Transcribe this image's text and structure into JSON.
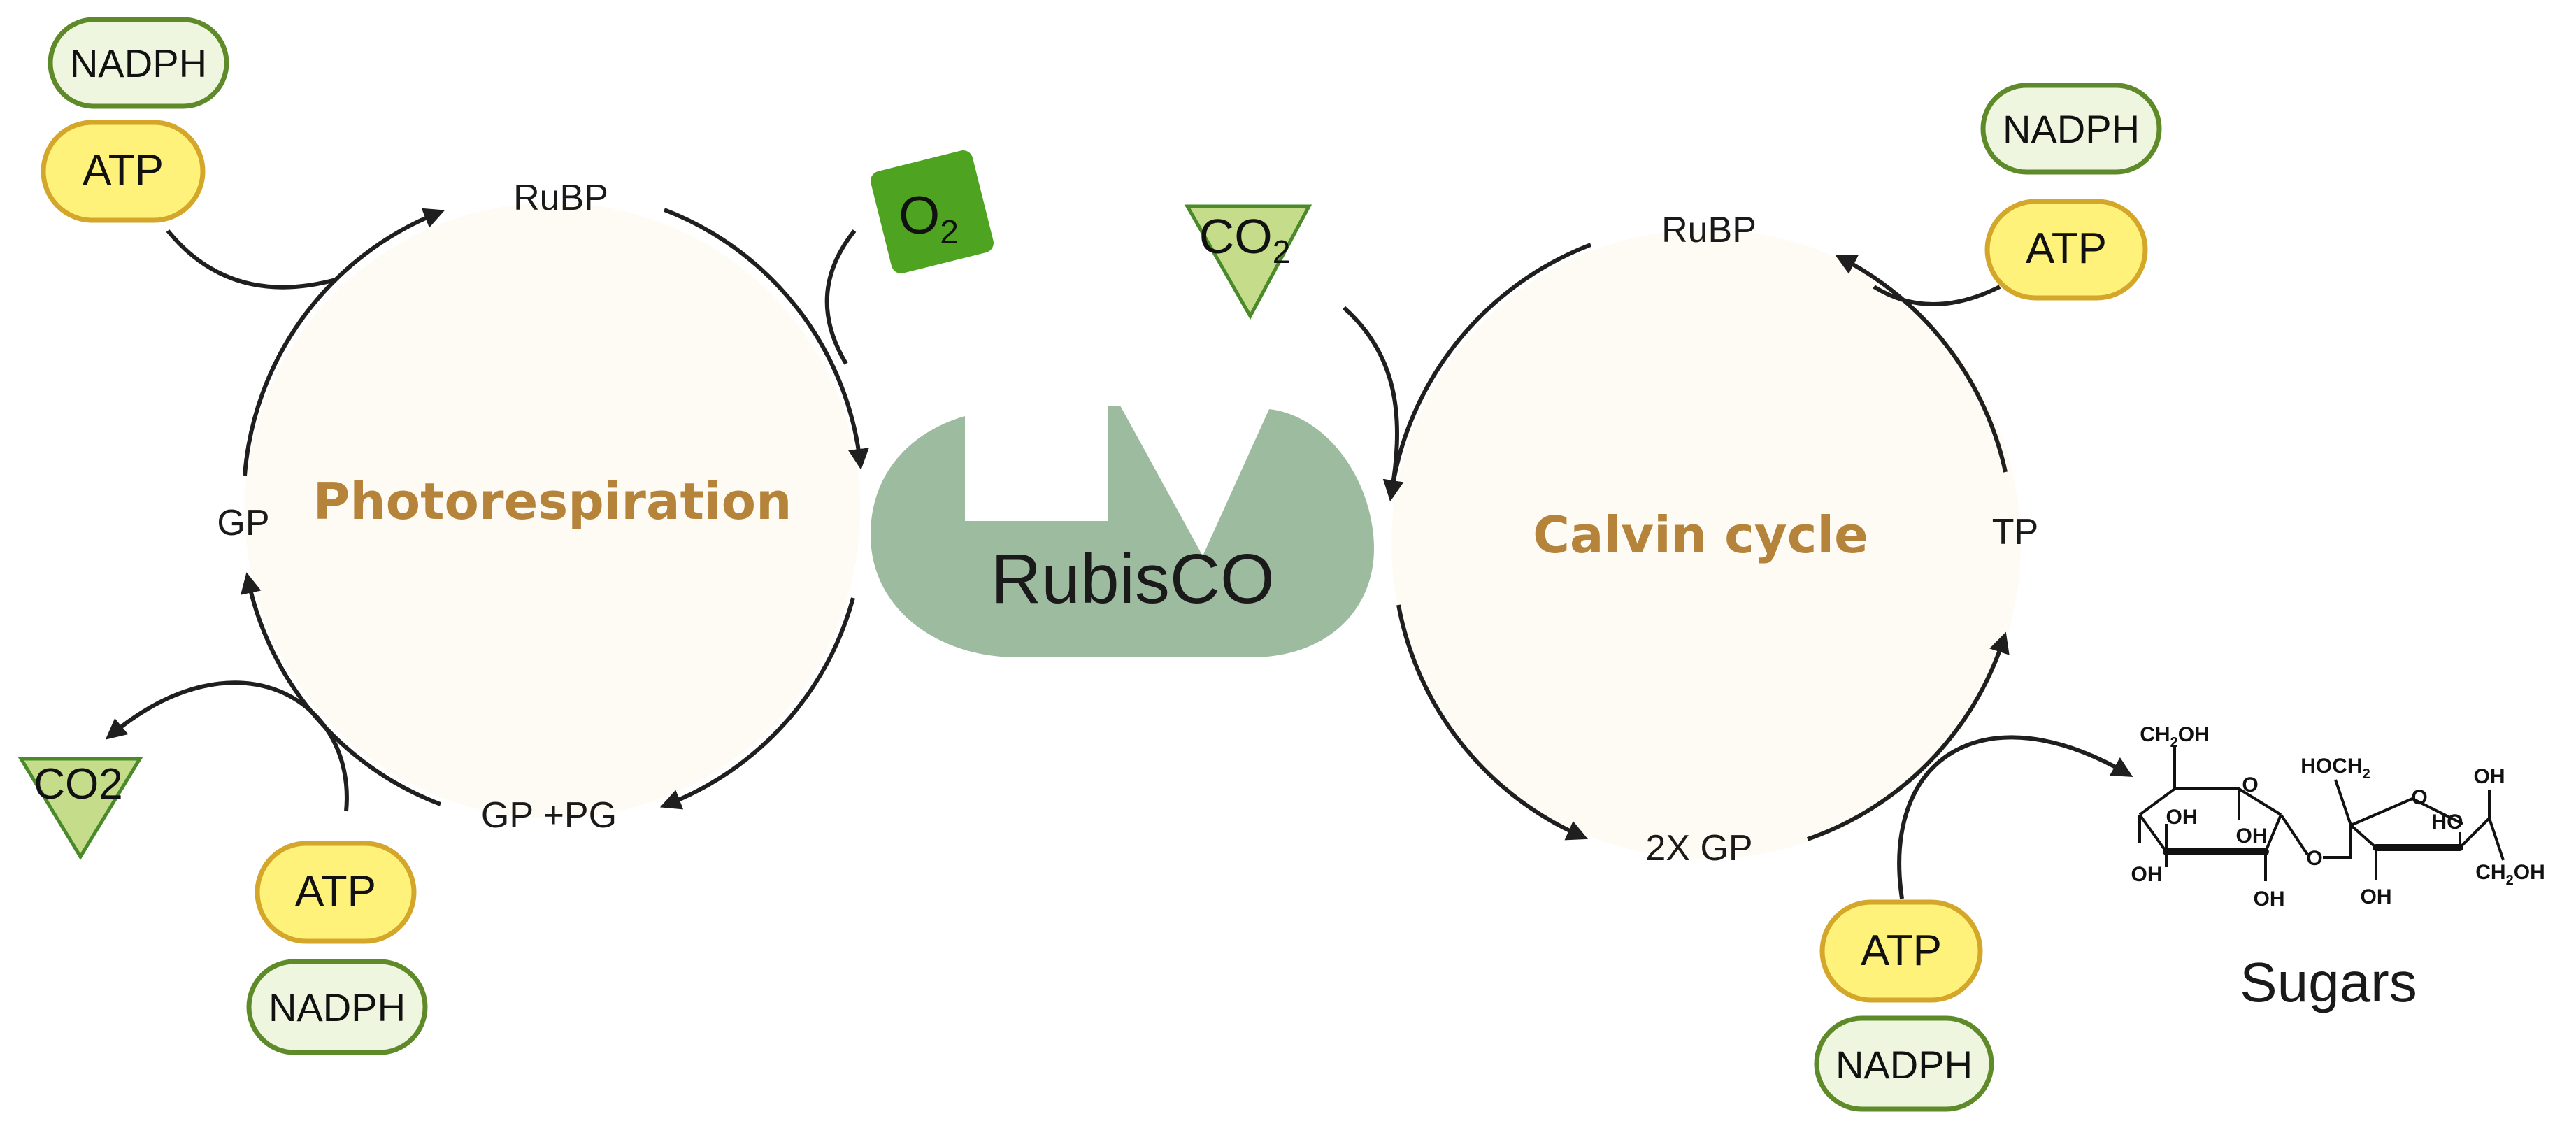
{
  "cycles": {
    "left": {
      "title": "Photorespiration",
      "top": "RuBP",
      "side": "GP",
      "bottom": "GP +PG"
    },
    "right": {
      "title": "Calvin cycle",
      "top": "RuBP",
      "side": "TP",
      "bottom": "2X GP"
    }
  },
  "enzyme": {
    "label": "RubisCO"
  },
  "molecules": {
    "o2": {
      "base": "O",
      "sub": "2"
    },
    "co2_in": {
      "base": "CO",
      "sub": "2"
    },
    "co2_out": "CO2",
    "atp": "ATP",
    "nadph": "NADPH"
  },
  "sugars": {
    "label": "Sugars",
    "glucose_ch2oh": {
      "base": "CH",
      "sub": "2",
      "tail": "OH"
    },
    "fructose_hoch2": {
      "base": "HOCH",
      "sub": "2"
    },
    "fructose_ch2oh": {
      "base": "CH",
      "sub": "2",
      "tail": "OH"
    },
    "oh": "OH",
    "ho": "HO",
    "o": "O"
  },
  "colors": {
    "cycle_fill": "#fdfbf3",
    "cycle_title": "#b5843a",
    "enzyme": "#9dbb9f",
    "atp_fill": "#fff27a",
    "atp_border": "#d4a62a",
    "nadph_fill": "#eef6df",
    "nadph_border": "#5f8a2a",
    "o2_fill": "#4ea320",
    "co2_fill": "#c5dd8b",
    "co2_border": "#4a8a2a"
  }
}
